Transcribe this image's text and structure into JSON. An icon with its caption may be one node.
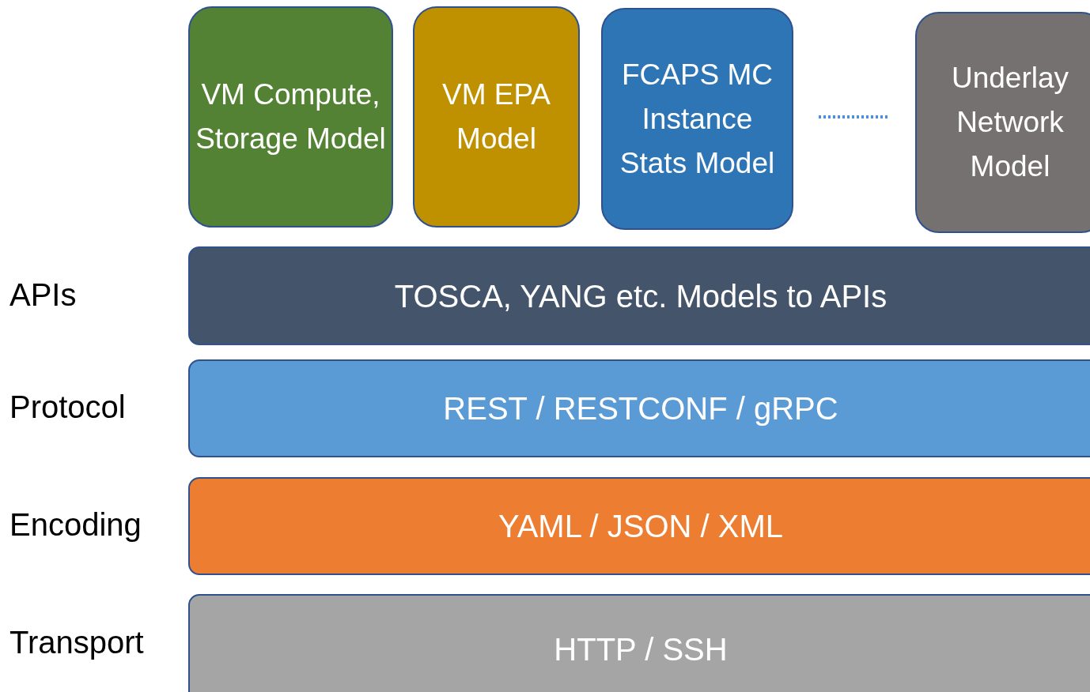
{
  "diagram": {
    "nodes": [
      {
        "text": [
          "VM Compute, Storage Model"
        ]
      },
      {
        "text": [
          "VM EPA Model"
        ]
      },
      {
        "text": [
          "FCAPS MC Instance Stats Model"
        ]
      },
      {
        "text": [
          "Underlay Network Model"
        ]
      },
      {
        "text": [
          "TOSCA, YANG etc. Models to APIs"
        ],
        "beside": [
          "APIs"
        ]
      },
      {
        "text": [
          "REST / RESTCONF / gRPC"
        ],
        "beside": [
          "Protocol"
        ]
      },
      {
        "text": [
          "YAML / JSON / XML"
        ],
        "beside": [
          "Encoding"
        ]
      },
      {
        "text": [
          "HTTP / SSH"
        ],
        "beside": [
          "Transport"
        ]
      }
    ]
  }
}
